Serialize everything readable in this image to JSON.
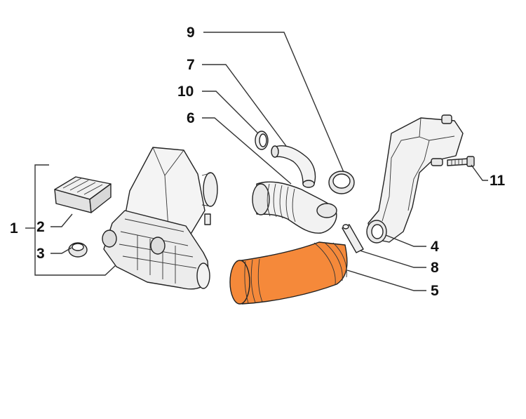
{
  "diagram": {
    "highlight_color": "#f5893a",
    "outline_color": "#222222",
    "parts": [
      {
        "key": "p1",
        "number": "1",
        "icon": "air-filter-housing-assembly-icon"
      },
      {
        "key": "p2",
        "number": "2",
        "icon": "filter-element-icon"
      },
      {
        "key": "p3",
        "number": "3",
        "icon": "rubber-grommet-icon"
      },
      {
        "key": "p4",
        "number": "4",
        "icon": "air-duct-icon"
      },
      {
        "key": "p5",
        "number": "5",
        "icon": "intake-hose-icon",
        "highlighted": true
      },
      {
        "key": "p6",
        "number": "6",
        "icon": "bellows-hose-icon"
      },
      {
        "key": "p7",
        "number": "7",
        "icon": "small-hose-icon"
      },
      {
        "key": "p8",
        "number": "8",
        "icon": "hose-clamp-icon"
      },
      {
        "key": "p9",
        "number": "9",
        "icon": "hose-clamp-icon"
      },
      {
        "key": "p10",
        "number": "10",
        "icon": "hose-clamp-icon"
      },
      {
        "key": "p11",
        "number": "11",
        "icon": "bolt-icon"
      }
    ]
  }
}
